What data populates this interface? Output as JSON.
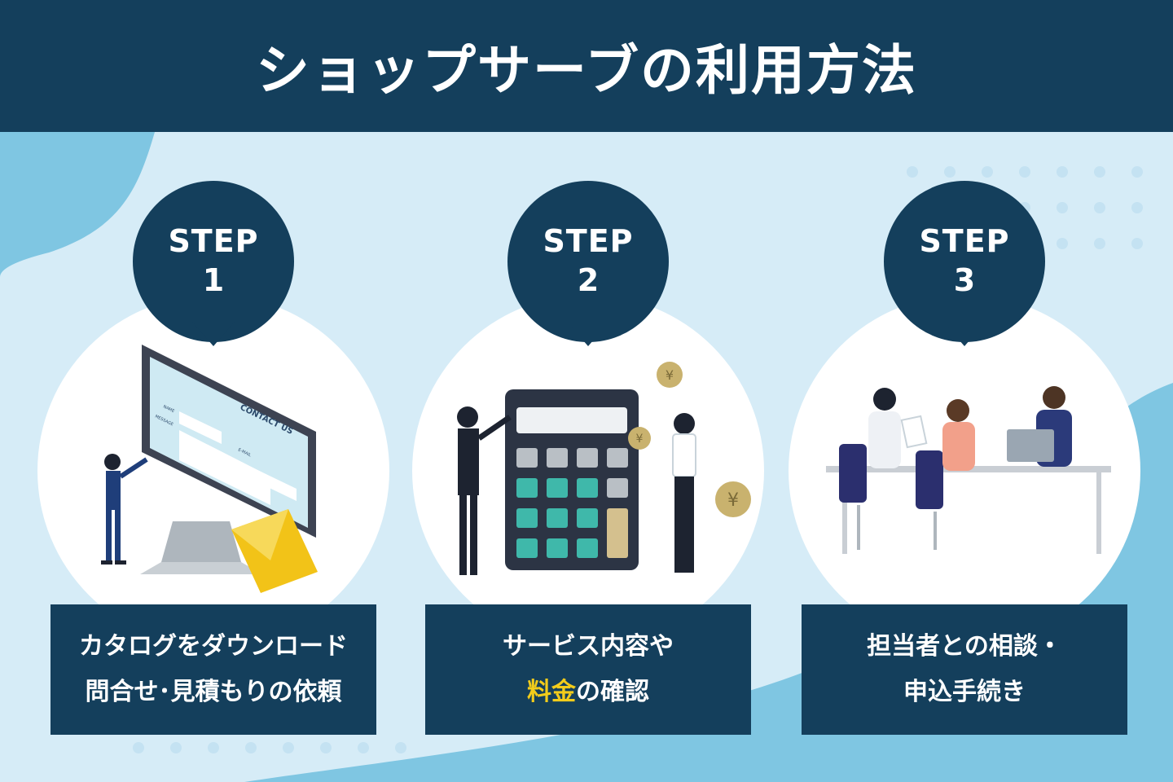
{
  "title": "ショップサーブの利用方法",
  "colors": {
    "navy": "#143f5c",
    "highlight": "#f2cc1b",
    "background": "#d6ecf7",
    "accent_blue": "#7fc6e2"
  },
  "steps": [
    {
      "label": "STEP",
      "number": "1",
      "illustration": "contact-form-monitor",
      "monitor_heading": "CONTACT US",
      "monitor_fields": [
        "NAME",
        "MESSAGE",
        "E-MAIL"
      ],
      "line1": "カタログをダウンロード",
      "line2": "問合せ･見積もりの依頼"
    },
    {
      "label": "STEP",
      "number": "2",
      "illustration": "calculator-with-coins",
      "coin_symbol": "¥",
      "line1": "サービス内容や",
      "line2_highlight": "料金",
      "line2_rest": "の確認"
    },
    {
      "label": "STEP",
      "number": "3",
      "illustration": "meeting-table",
      "line1": "担当者との相談・",
      "line2": "申込手続き"
    }
  ]
}
